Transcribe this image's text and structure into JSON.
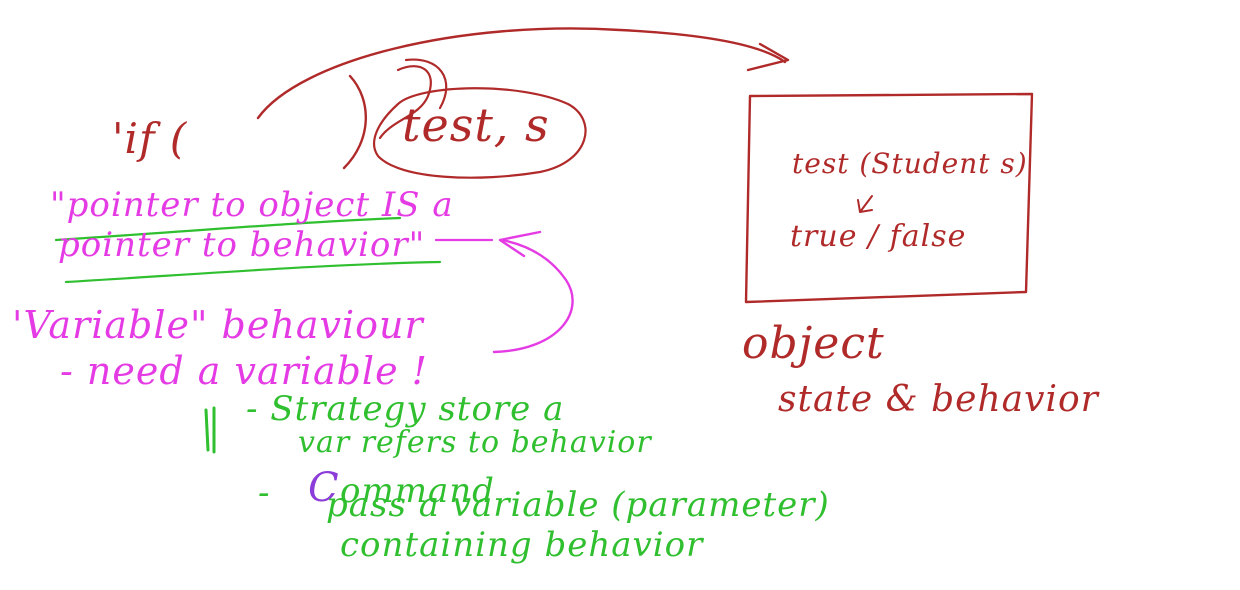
{
  "colors": {
    "red": "#b02a2a",
    "magenta": "#e43be4",
    "green": "#2fbf2f",
    "purple": "#8c3cd8",
    "background": "#ffffff"
  },
  "red_notes": {
    "if_keyword": "'if (",
    "test_s": "test, s",
    "box_line1": "test (Student s)",
    "box_line2": "true / false",
    "object_label": "object",
    "state_behavior": "state & behavior"
  },
  "magenta_notes": {
    "quote_line1": "\"pointer to object IS a",
    "quote_line2": "pointer to behavior\"",
    "variable_behaviour": "'Variable\" behaviour",
    "need_variable": "- need a variable !"
  },
  "green_notes": {
    "strategy_line1": "- Strategy store a",
    "strategy_line2": "var refers to behavior",
    "command_dash": "-",
    "command_c": "C",
    "command_rest": "ommand",
    "pass_variable": "pass a variable (parameter)",
    "containing_behavior": "containing behavior"
  }
}
